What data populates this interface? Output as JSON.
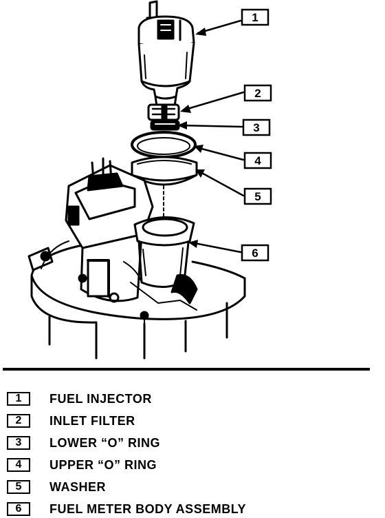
{
  "callouts": [
    "1",
    "2",
    "3",
    "4",
    "5",
    "6"
  ],
  "legend": [
    {
      "num": "1",
      "label": "FUEL INJECTOR"
    },
    {
      "num": "2",
      "label": "INLET FILTER"
    },
    {
      "num": "3",
      "label": "LOWER “O” RING"
    },
    {
      "num": "4",
      "label": "UPPER “O” RING"
    },
    {
      "num": "5",
      "label": "WASHER"
    },
    {
      "num": "6",
      "label": "FUEL METER BODY ASSEMBLY"
    }
  ]
}
